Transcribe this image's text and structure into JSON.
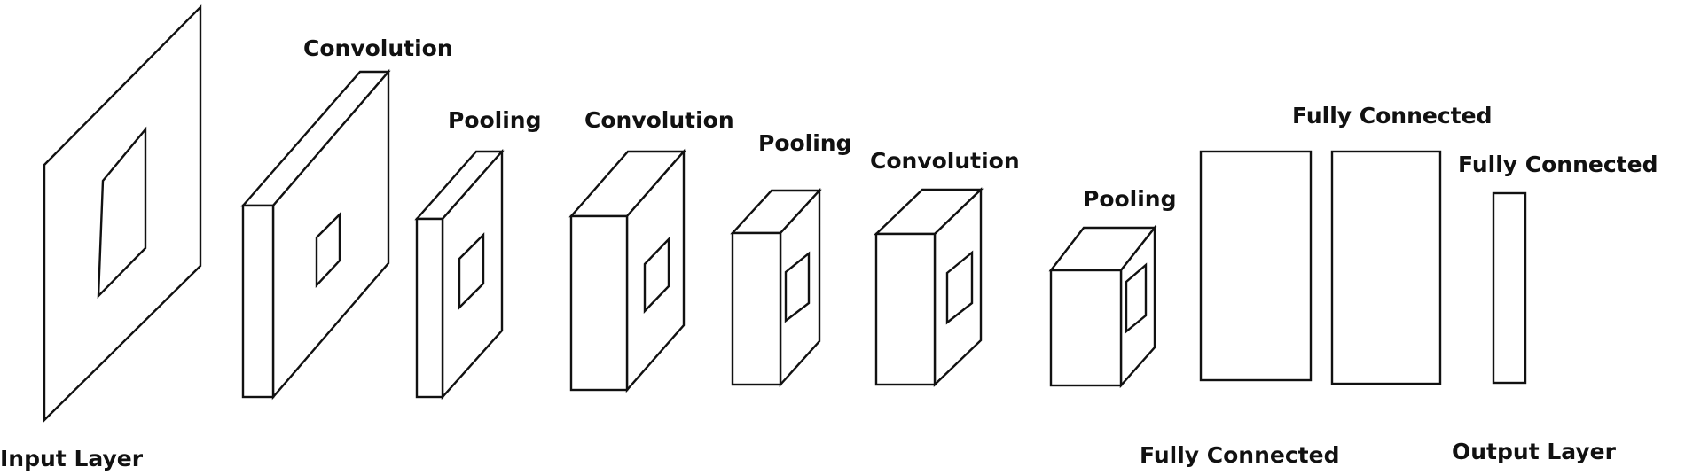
{
  "labels": {
    "input_layer": "Input Layer",
    "convolution_1": "Convolution",
    "pooling_1": "Pooling",
    "convolution_2": "Convolution",
    "pooling_2": "Pooling",
    "convolution_3": "Convolution",
    "pooling_3": "Pooling",
    "fully_connected_top": "Fully Connected",
    "fully_connected_bottom": "Fully Connected",
    "fully_connected_right": "Fully Connected",
    "output_layer": "Output Layer"
  },
  "colors": {
    "stroke": "#111111",
    "fill": "#ffffff",
    "text": "#111111"
  }
}
